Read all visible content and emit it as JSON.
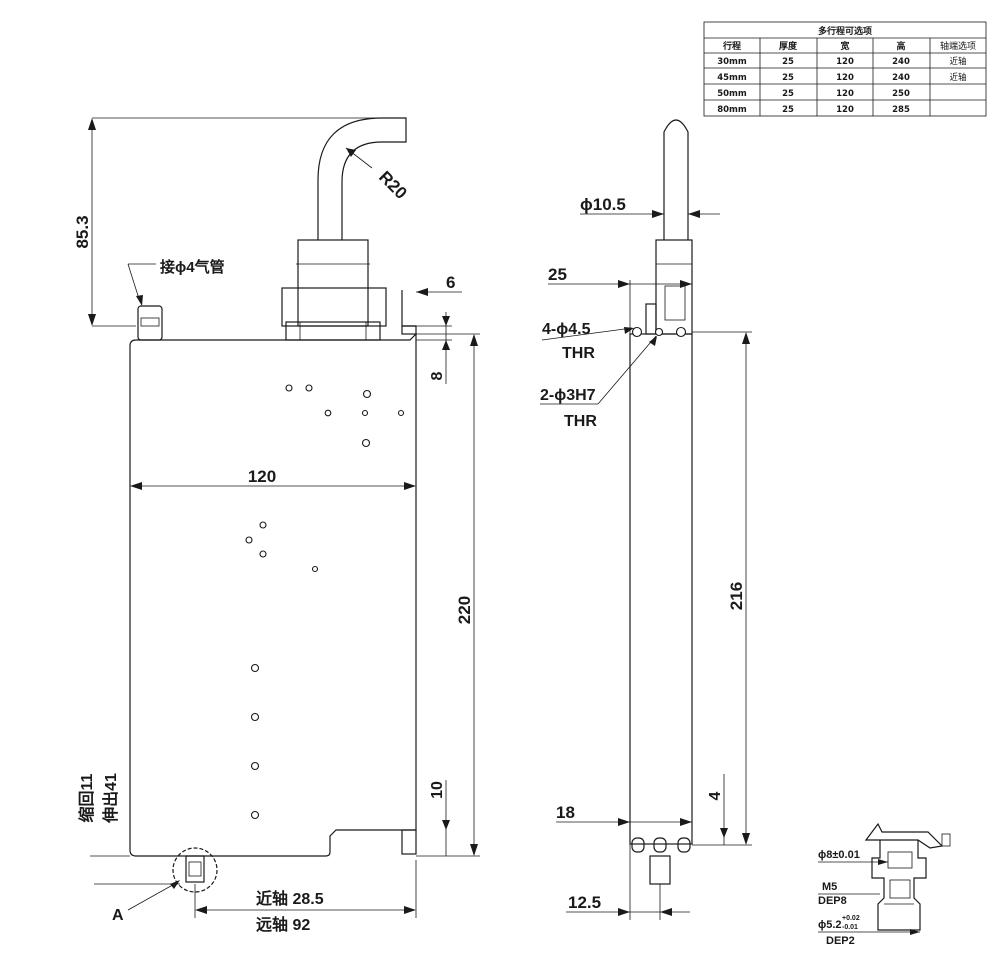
{
  "spec_table": {
    "title": "多行程可选项",
    "headers": [
      "行程",
      "厚度",
      "宽",
      "高",
      "轴端选项"
    ],
    "rows": [
      [
        "30mm",
        "25",
        "120",
        "240",
        "近轴"
      ],
      [
        "45mm",
        "25",
        "120",
        "240",
        "近轴"
      ],
      [
        "50mm",
        "25",
        "120",
        "250",
        ""
      ],
      [
        "80mm",
        "25",
        "120",
        "285",
        ""
      ]
    ]
  },
  "front_view": {
    "dim_height_top": "85.3",
    "radius_label": "R20",
    "air_port_label": "接ϕ4气管",
    "dim_6": "6",
    "dim_8": "8",
    "dim_width": "120",
    "dim_height": "220",
    "dim_10": "10",
    "retract_label": "缩回11",
    "extend_label": "伸出41",
    "near_axis_label": "近轴 28.5",
    "far_axis_label": "远轴 92",
    "detail_mark": "A"
  },
  "side_view": {
    "shaft_diameter": "ϕ10.5",
    "dim_25": "25",
    "hole_4_label": "4-ϕ4.5",
    "hole_4_sub": "THR",
    "hole_2_label": "2-ϕ3H7",
    "hole_2_sub": "THR",
    "dim_216": "216",
    "dim_18": "18",
    "dim_4": "4",
    "dim_12_5": "12.5"
  },
  "detail_view": {
    "d8_label": "ϕ8±0.01",
    "m5_label": "M5",
    "dep8_label": "DEP8",
    "d52_label": "ϕ5.2",
    "d52_tol_up": "+0.02",
    "d52_tol_down": "-0.01",
    "dep2_label": "DEP2"
  }
}
